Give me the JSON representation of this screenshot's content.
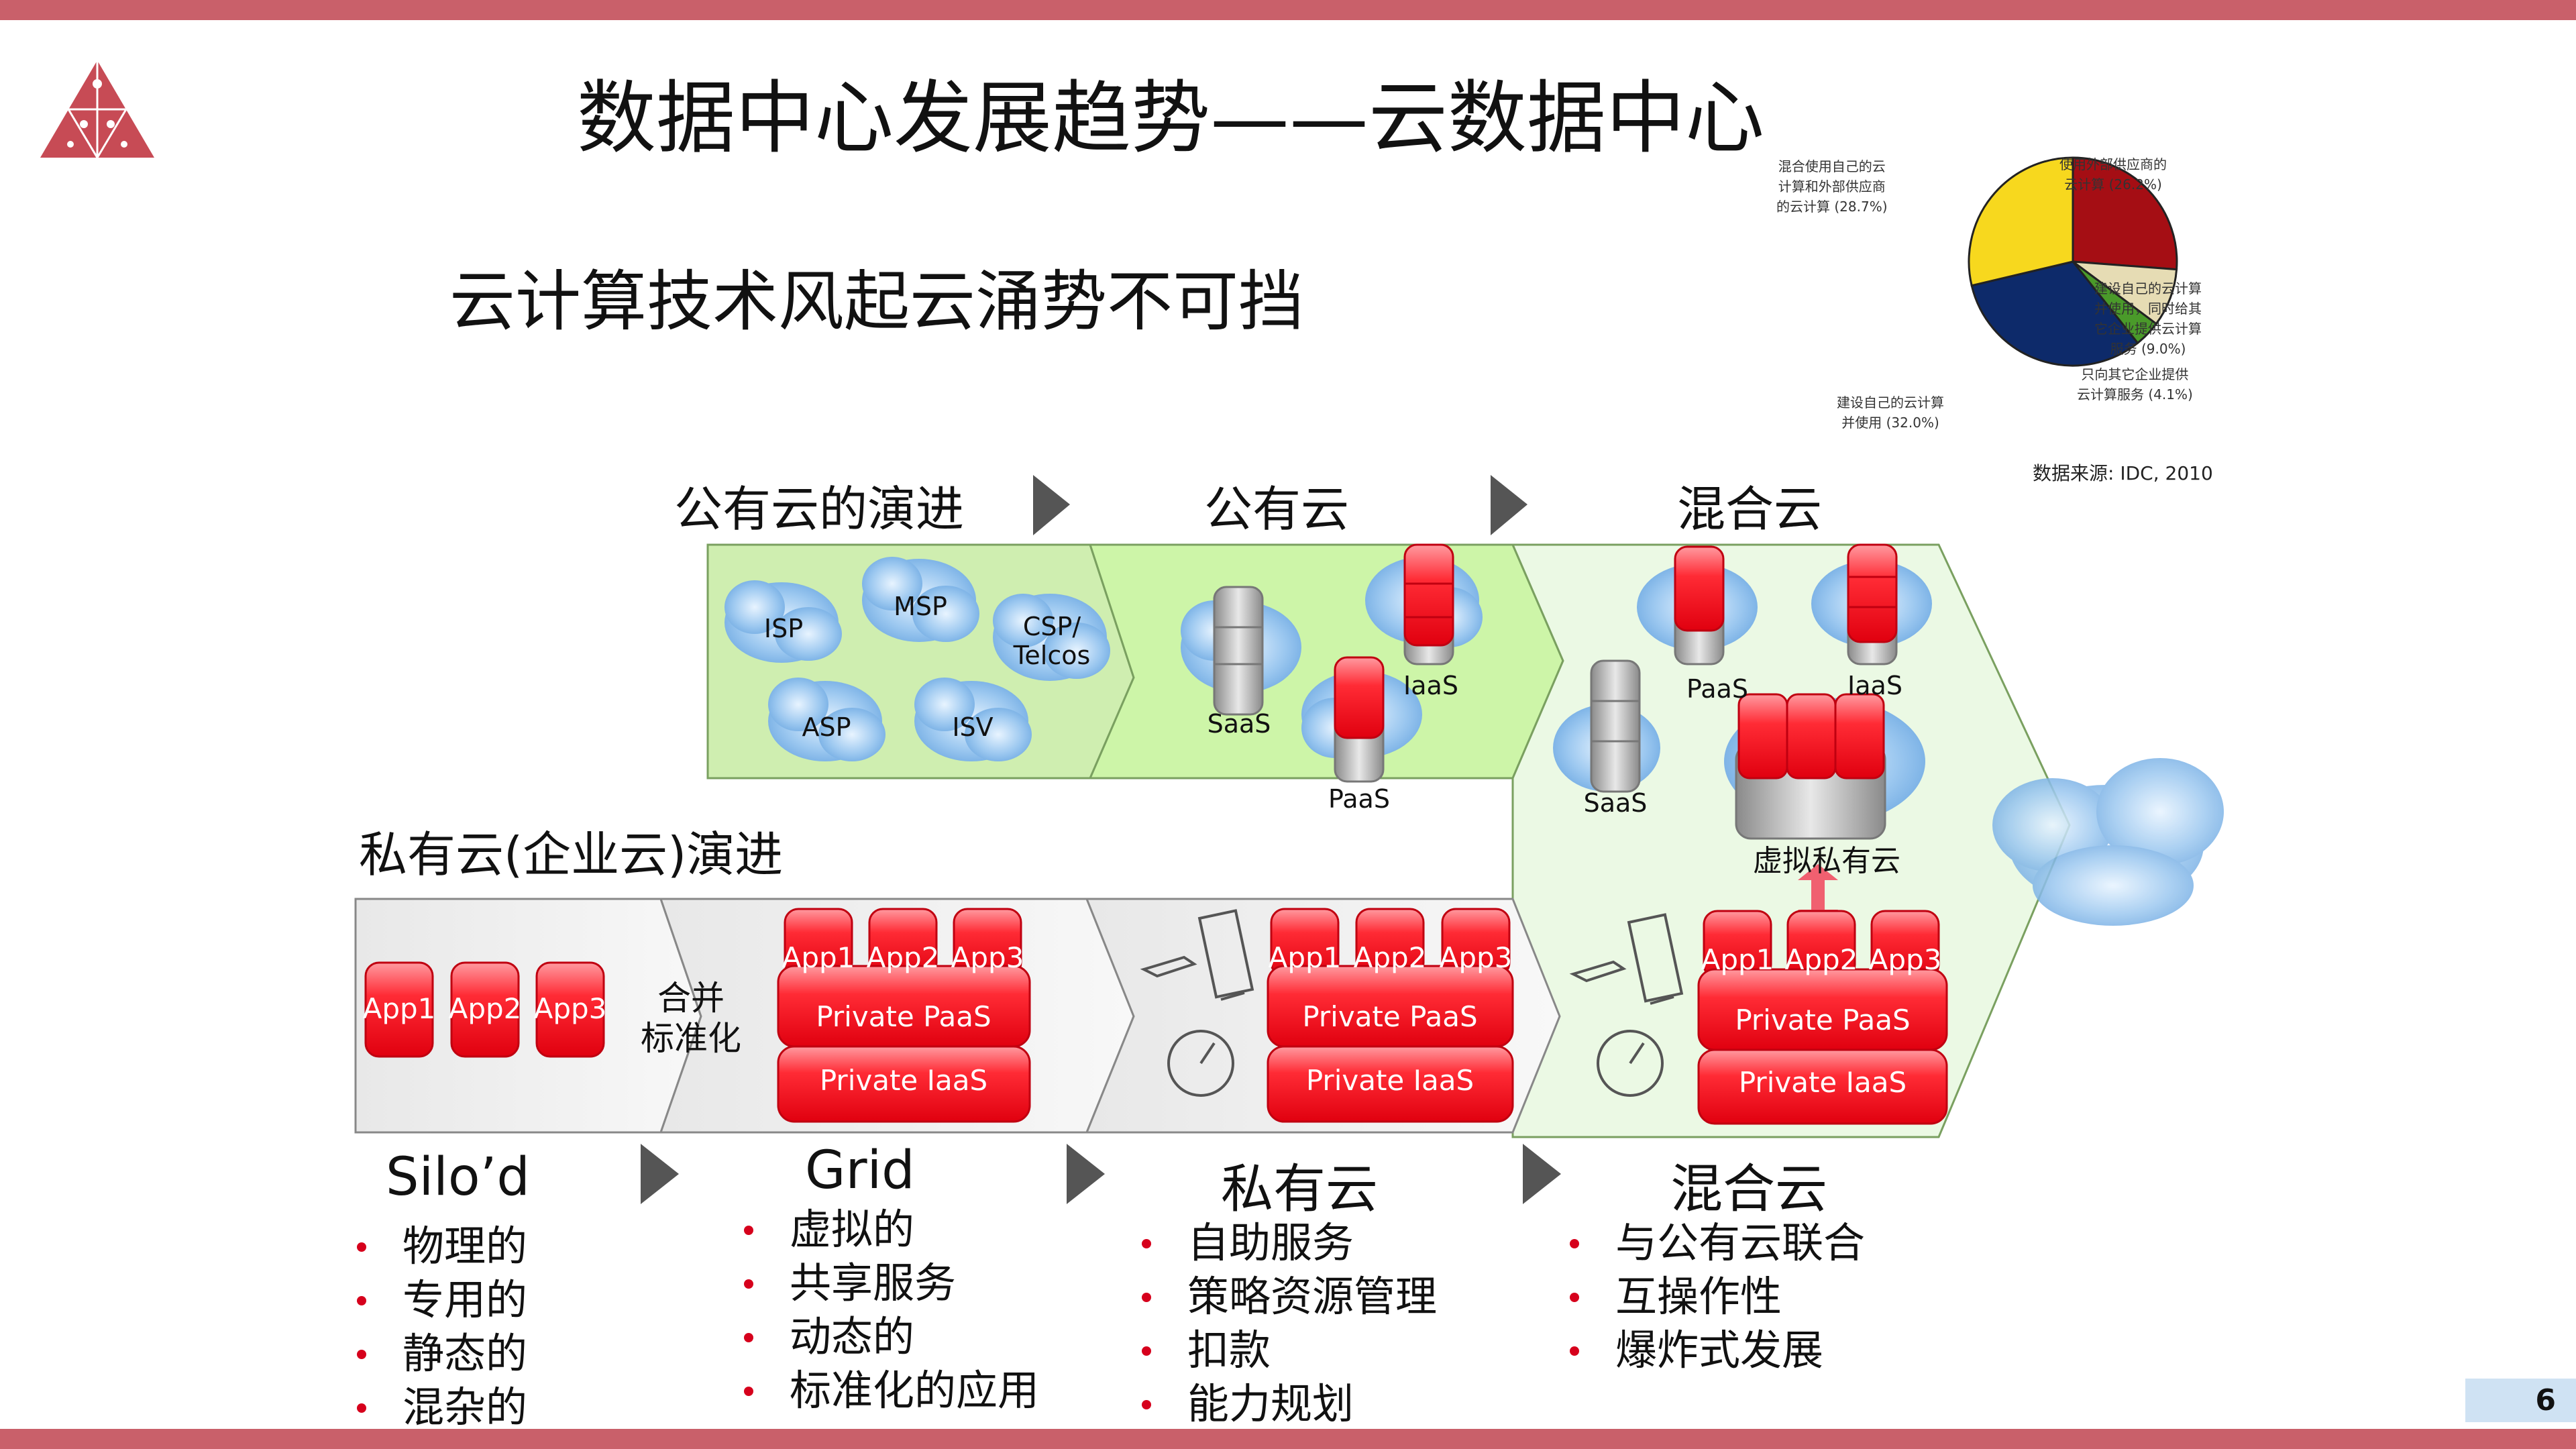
{
  "title": "数据中心发展趋势——云数据中心",
  "subtitle": "云计算技术风起云涌势不可挡",
  "page_number": "6",
  "pie": {
    "source": "数据来源: IDC, 2010",
    "segments": [
      {
        "label": "使用外部供应商的\n云计算 (26.2%)",
        "value": 26.2,
        "color": "#a50e14"
      },
      {
        "label": "建设自己的云计算\n并使用，同时给其\n它企业提供云计算\n服务 (9.0%)",
        "value": 9.0,
        "color": "#e6dcb4"
      },
      {
        "label": "只向其它企业提供\n云计算服务 (4.1%)",
        "value": 4.1,
        "color": "#4a9a2a"
      },
      {
        "label": "建设自己的云计算\n并使用 (32.0%)",
        "value": 32.0,
        "color": "#0d2a6a"
      },
      {
        "label": "混合使用自己的云\n计算和外部供应商\n的云计算 (28.7%)",
        "value": 28.7,
        "color": "#f7d81e"
      }
    ]
  },
  "sections": {
    "public_evolution": "公有云的演进",
    "public_cloud": "公有云",
    "hybrid_cloud_top": "混合云",
    "private_evolution": "私有云(企业云)演进"
  },
  "public_panel": {
    "clouds": [
      "ISP",
      "MSP",
      "CSP/\nTelcos",
      "ASP",
      "ISV"
    ],
    "saas": "SaaS",
    "paas": "PaaS",
    "iaas": "IaaS"
  },
  "hybrid_panel": {
    "paas": "PaaS",
    "iaas": "IaaS",
    "saas": "SaaS",
    "virtual_private": "虚拟私有云"
  },
  "private_panel": {
    "apps": [
      "App1",
      "App2",
      "App3"
    ],
    "merge": "合并\n标准化",
    "private_paas": "Private PaaS",
    "private_iaas": "Private IaaS"
  },
  "columns": [
    {
      "head": "Silo’d",
      "items": [
        "物理的",
        "专用的",
        "静态的",
        "混杂的"
      ]
    },
    {
      "head": "Grid",
      "items": [
        "虚拟的",
        "共享服务",
        "动态的",
        "标准化的应用"
      ]
    },
    {
      "head": "私有云",
      "items": [
        "自助服务",
        "策略资源管理",
        "扣款",
        "能力规划"
      ]
    },
    {
      "head": "混合云",
      "items": [
        "与公有云联合",
        "互操作性",
        "爆炸式发展"
      ]
    }
  ]
}
